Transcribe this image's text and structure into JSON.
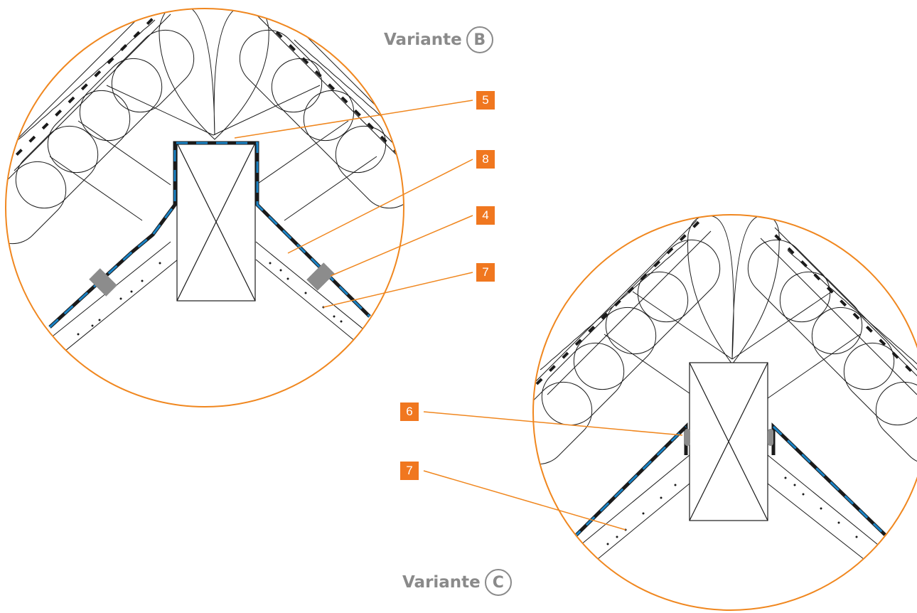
{
  "variants": [
    {
      "letter_label": "Variante",
      "letter": "B"
    },
    {
      "letter_label": "Variante",
      "letter": "C"
    }
  ],
  "callouts_b": [
    "5",
    "8",
    "4",
    "7"
  ],
  "callouts_c": [
    "6",
    "7"
  ],
  "colors": {
    "accent": "#f0771f",
    "membrane": "#1a1a1a",
    "tape": "#1a82c4",
    "seal": "#8c8c8c"
  }
}
